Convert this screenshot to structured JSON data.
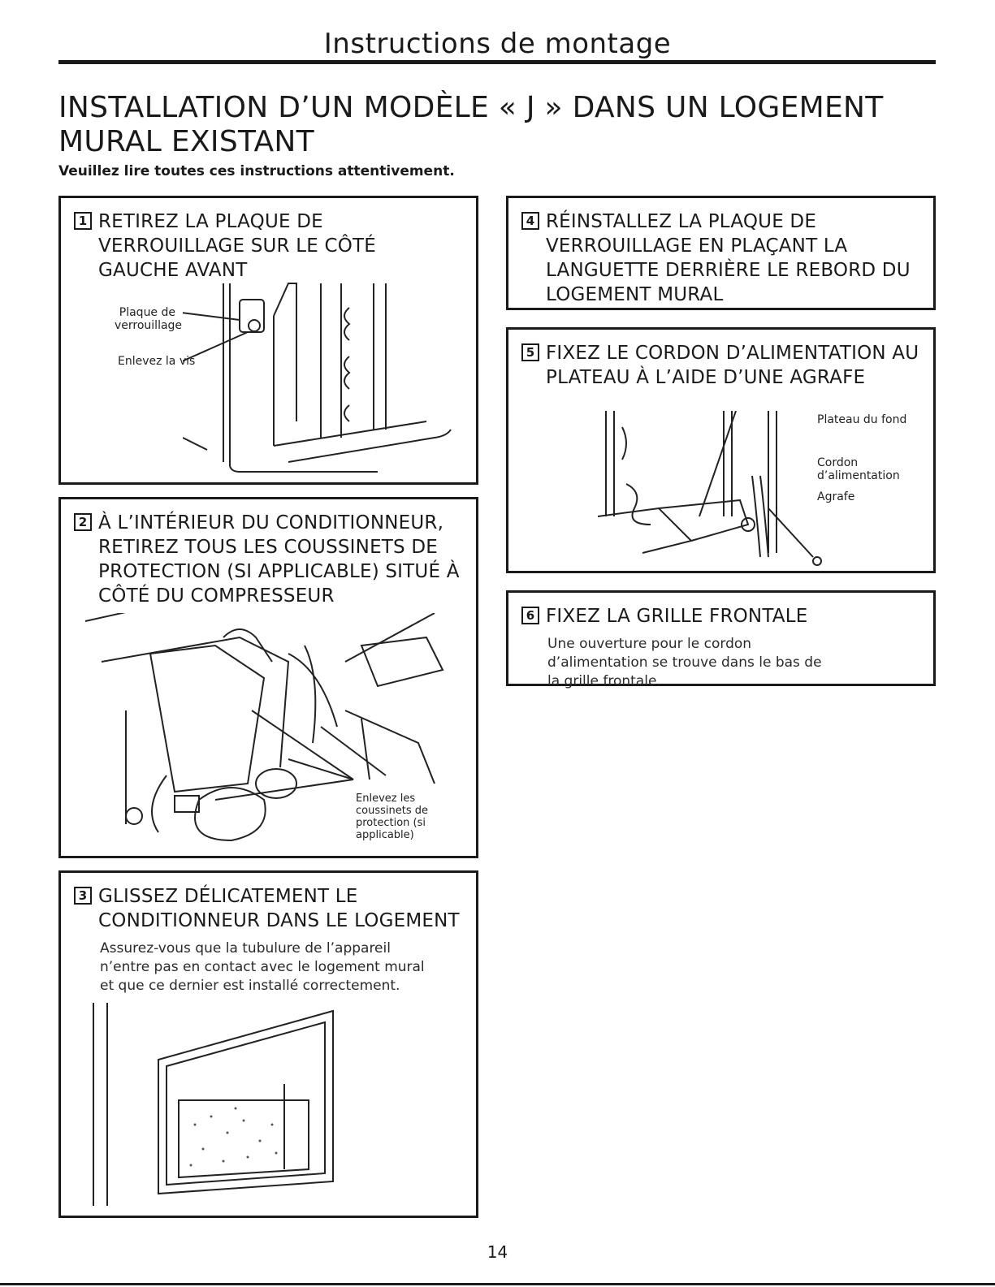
{
  "header": {
    "section": "Instructions de montage",
    "title": "INSTALLATION D’UN MODÈLE « J » DANS UN LOGEMENT MURAL EXISTANT",
    "subtitle": "Veuillez lire toutes ces instructions attentivement."
  },
  "steps": [
    {
      "number": "1",
      "title": "RETIREZ LA PLAQUE DE VERROUILLAGE SUR LE CÔTÉ GAUCHE AVANT",
      "callouts": [
        "Plaque de verrouillage",
        "Enlevez la vis"
      ]
    },
    {
      "number": "2",
      "title": "À L’INTÉRIEUR DU CONDITIONNEUR, RETIREZ TOUS LES COUSSINETS DE PROTECTION (SI APPLICABLE) SITUÉ À CÔTÉ DU COMPRESSEUR",
      "callouts": [
        "Enlevez les coussinets de protection (si applicable)"
      ]
    },
    {
      "number": "3",
      "title": "GLISSEZ DÉLICATEMENT LE CONDITIONNEUR DANS LE LOGEMENT",
      "body": "Assurez-vous que la tubulure de l’appareil n’entre pas en contact avec le logement mural et que ce dernier est installé correctement."
    },
    {
      "number": "4",
      "title": "RÉINSTALLEZ LA PLAQUE DE VERROUILLAGE EN PLAÇANT LA LANGUETTE DERRIÈRE LE REBORD DU LOGEMENT MURAL"
    },
    {
      "number": "5",
      "title": "FIXEZ LE CORDON D’ALIMENTATION AU PLATEAU À L’AIDE D’UNE AGRAFE",
      "callouts": [
        "Plateau du fond",
        "Cordon d’alimentation",
        "Agrafe"
      ]
    },
    {
      "number": "6",
      "title": "FIXEZ LA GRILLE FRONTALE",
      "body": "Une ouverture pour le cordon d’alimentation se trouve dans le bas de la grille frontale."
    }
  ],
  "page_number": "14"
}
